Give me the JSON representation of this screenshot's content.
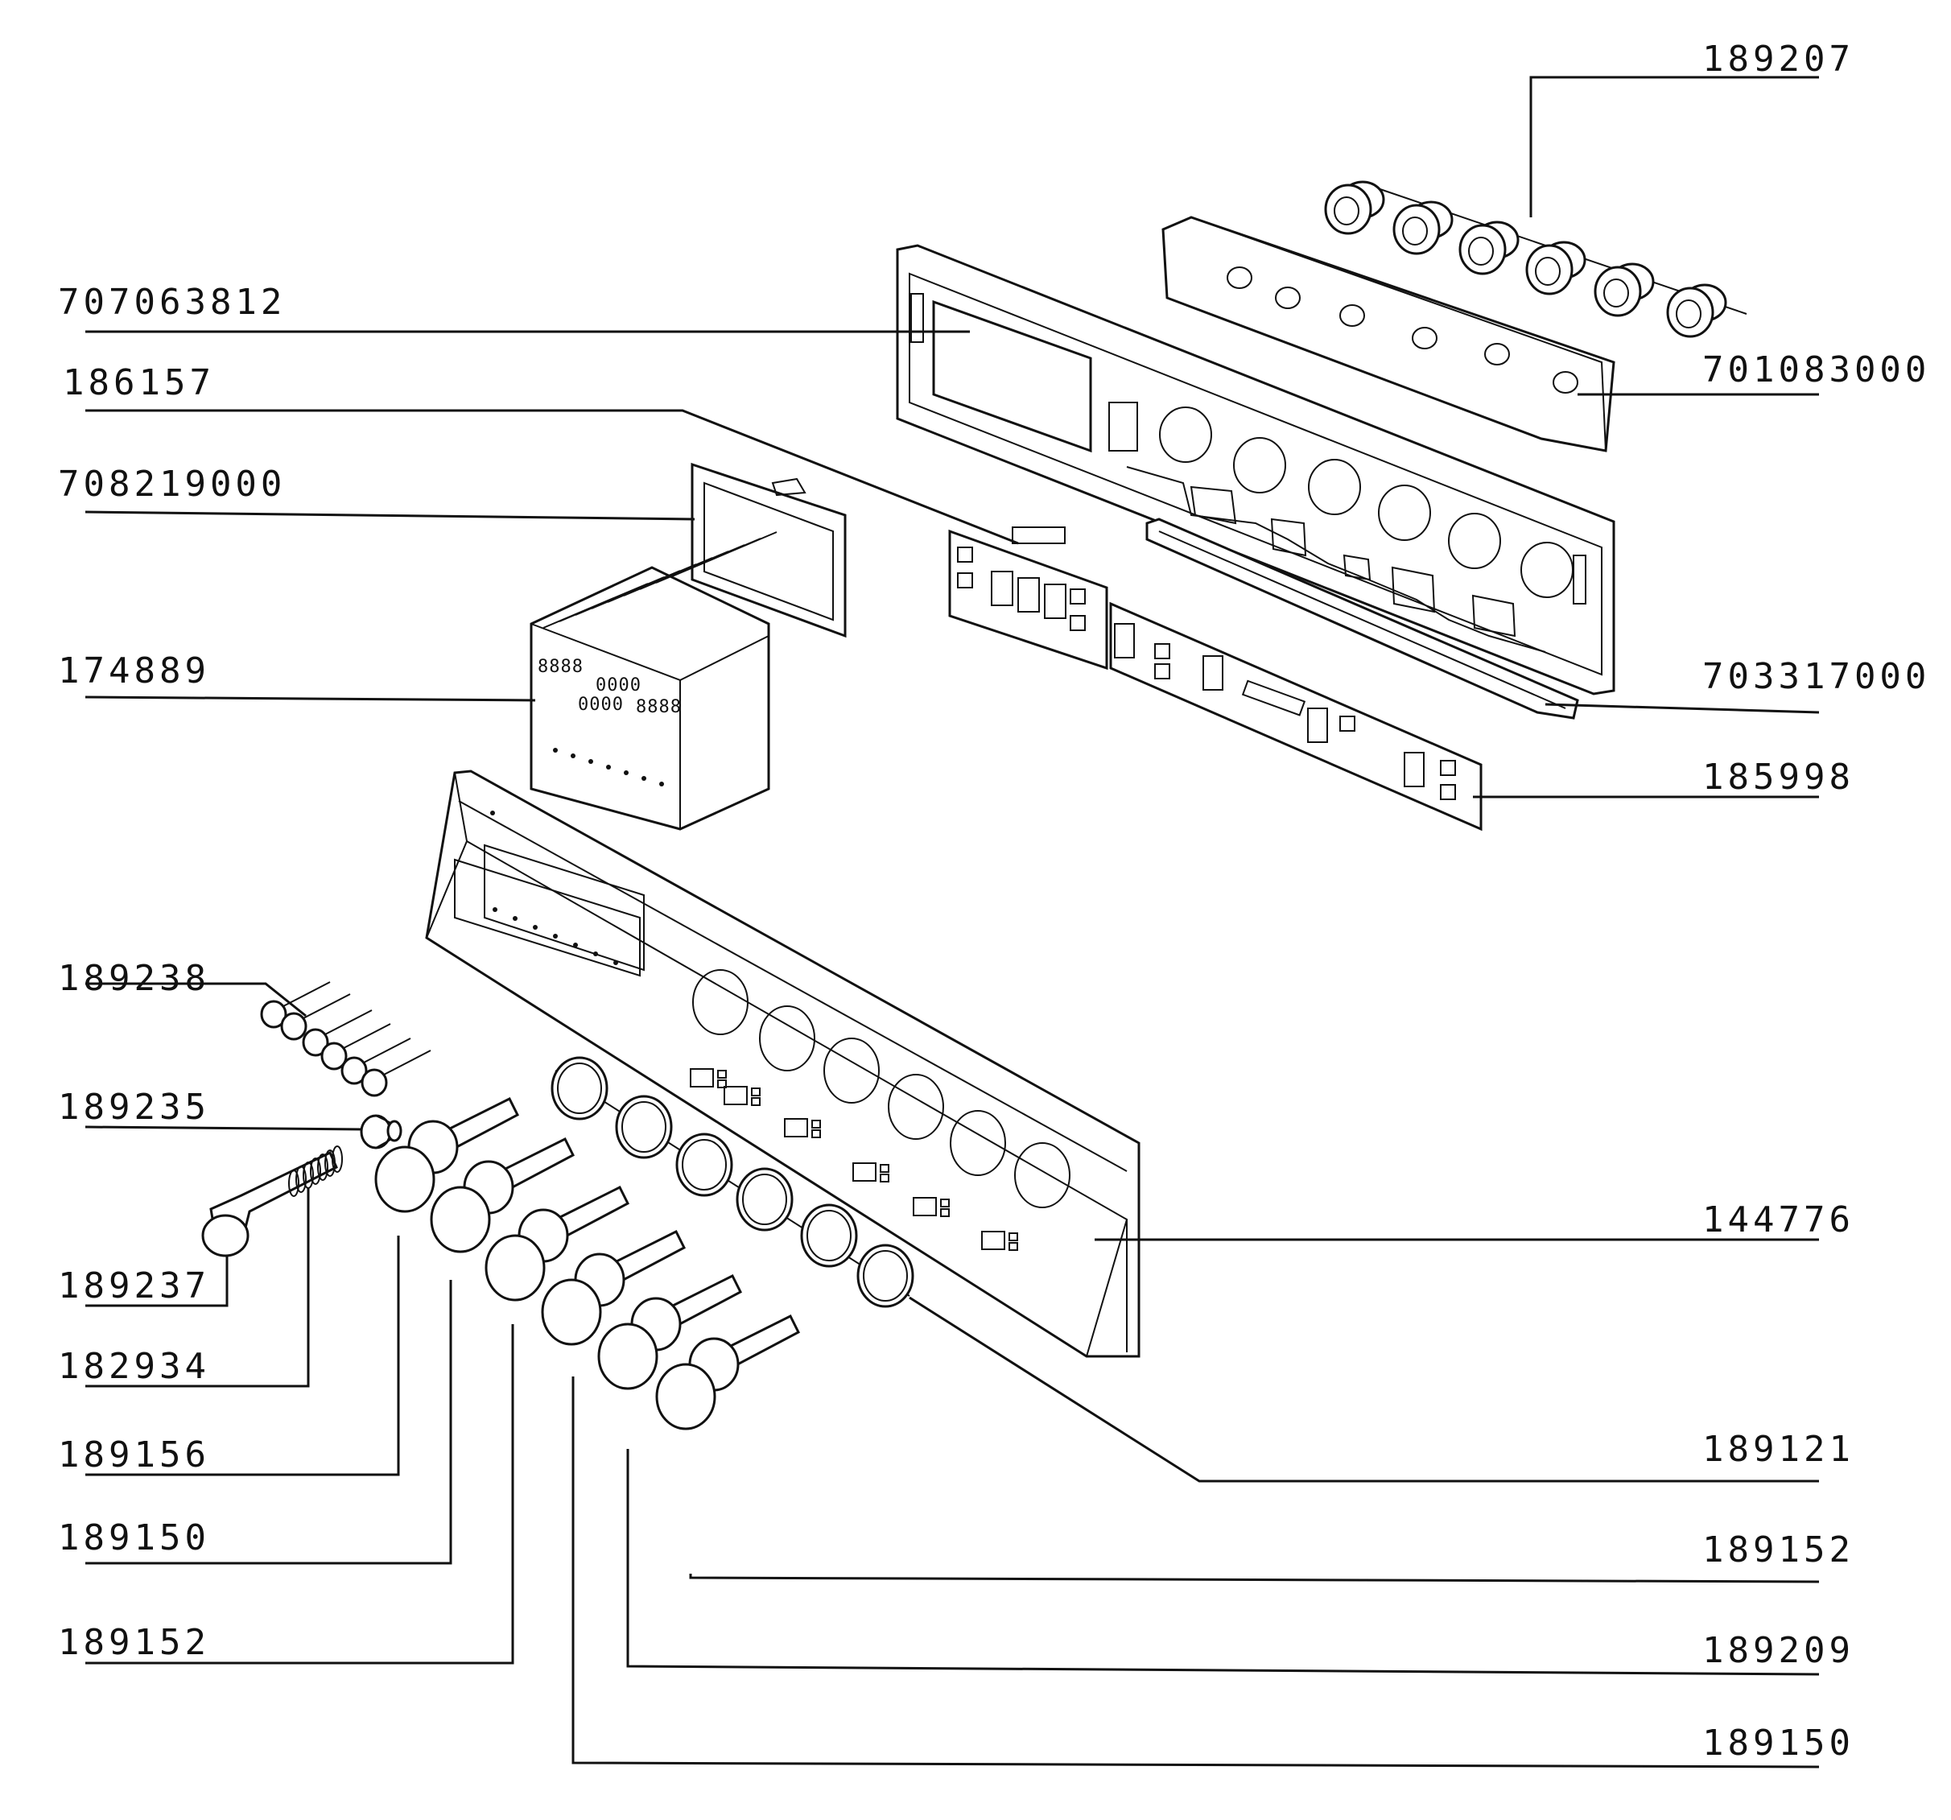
{
  "labels": {
    "l189207": "189207",
    "l707063812": "707063812",
    "l186157": "186157",
    "l708219000": "708219000",
    "l174889": "174889",
    "l701083000": "701083000",
    "l703317000": "703317000",
    "l185998": "185998",
    "l189238": "189238",
    "l189235": "189235",
    "l189237": "189237",
    "l182934": "182934",
    "l189156": "189156",
    "l189150a": "189150",
    "l189152a": "189152",
    "l144776": "144776",
    "l189121": "189121",
    "l189152b": "189152",
    "l189209": "189209",
    "l189150b": "189150"
  },
  "display_digits": {
    "rack_code_a": "8888",
    "rack_code_b": "0000",
    "rack_code_c": "0000",
    "rack_code_d": "8888"
  }
}
